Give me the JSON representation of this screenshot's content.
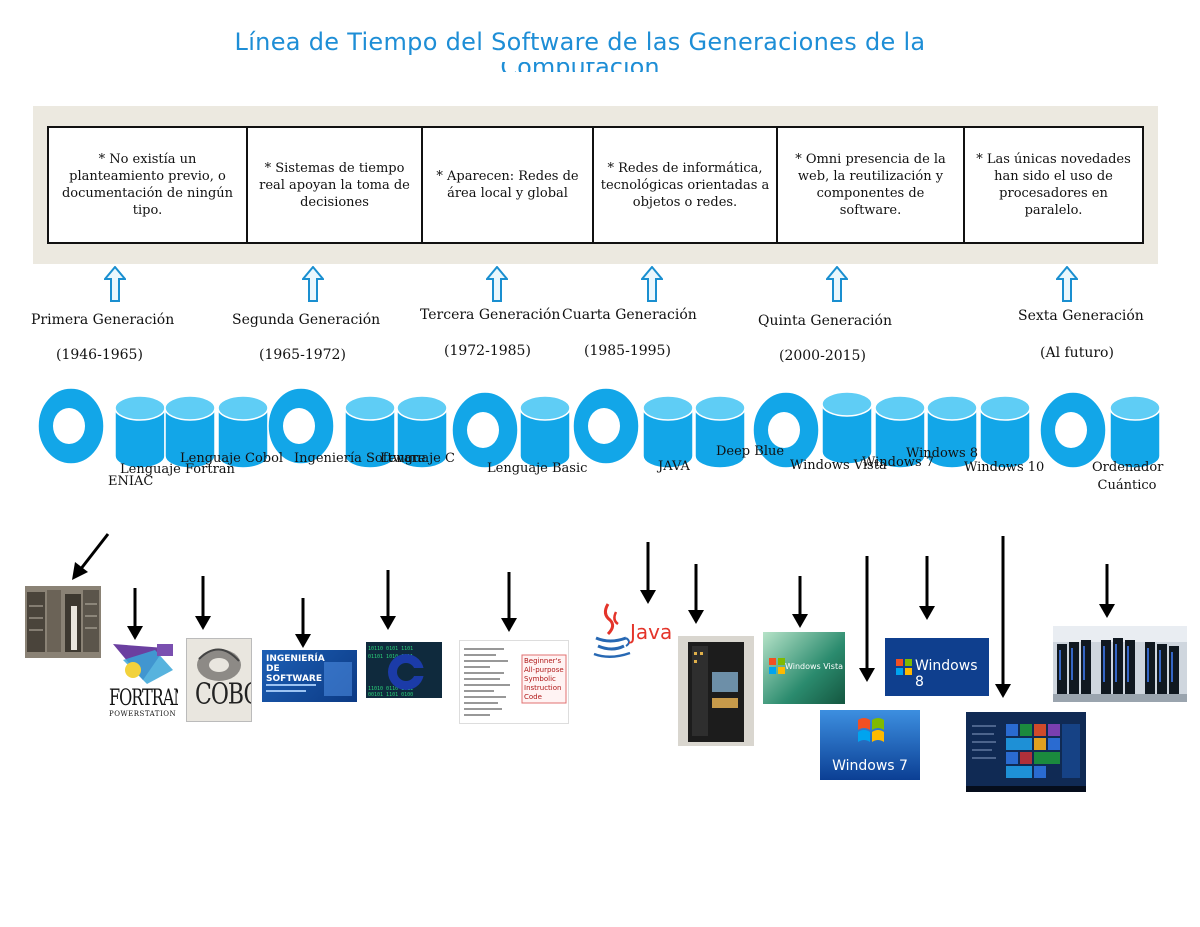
{
  "title": "Línea de Tiempo del Software de las Generaciones de la",
  "title_cut": "Computación",
  "descriptions": [
    "* No existía un planteamiento previo, o documentación de ningún tipo.",
    "* Sistemas de tiempo real apoyan la toma de decisiones",
    "* Aparecen: Redes de área local y global",
    "* Redes de informática, tecnológicas orientadas a objetos o redes.",
    "* Omni presencia de la web, la reutilización y componentes de software.",
    "* Las únicas novedades han sido el uso de procesadores en paralelo."
  ],
  "generations": [
    {
      "name": "Primera Generación",
      "years": "(1946-1965)"
    },
    {
      "name": "Segunda Generación",
      "years": "(1965-1972)"
    },
    {
      "name": "Tercera Generación",
      "years": "(1972-1985)"
    },
    {
      "name": "Cuarta Generación",
      "years": "(1985-1995)"
    },
    {
      "name": "Quinta Generación",
      "years": "(2000-2015)"
    },
    {
      "name": "Sexta Generación",
      "years": "(Al futuro)"
    }
  ],
  "items": {
    "eniac": "ENIAC",
    "fortran": "Lenguaje Fortran",
    "cobol": "Lenguaje Cobol",
    "ingenieria": "Ingeniería Software",
    "lenguaje_c": "Lenguaje C",
    "basic": "Lenguaje Basic",
    "java": "JAVA",
    "deep_blue": "Deep Blue",
    "vista": "Windows Vista",
    "win7": "Windows 7",
    "win8": "Windows 8",
    "win10": "Windows 10",
    "cuantico": "Ordenador Cuántico"
  },
  "images": {
    "fortran_box": "FORTRAN",
    "fortran_sub": "POWERSTATION",
    "cobol_box": "COBOL",
    "ingenieria_box": "INGENIERÍA DE SOFTWARE",
    "basic_box": "Beginner's All-purpose Symbolic Instruction Code",
    "java_logo": "Java",
    "vista_logo": "Windows Vista",
    "win7_logo": "Windows 7",
    "win8_logo": "Windows 8"
  },
  "colors": {
    "title": "#1e8ed6",
    "disk": "#12a6e8",
    "disk_top": "#5fcdf5",
    "band": "#ece9e0"
  }
}
